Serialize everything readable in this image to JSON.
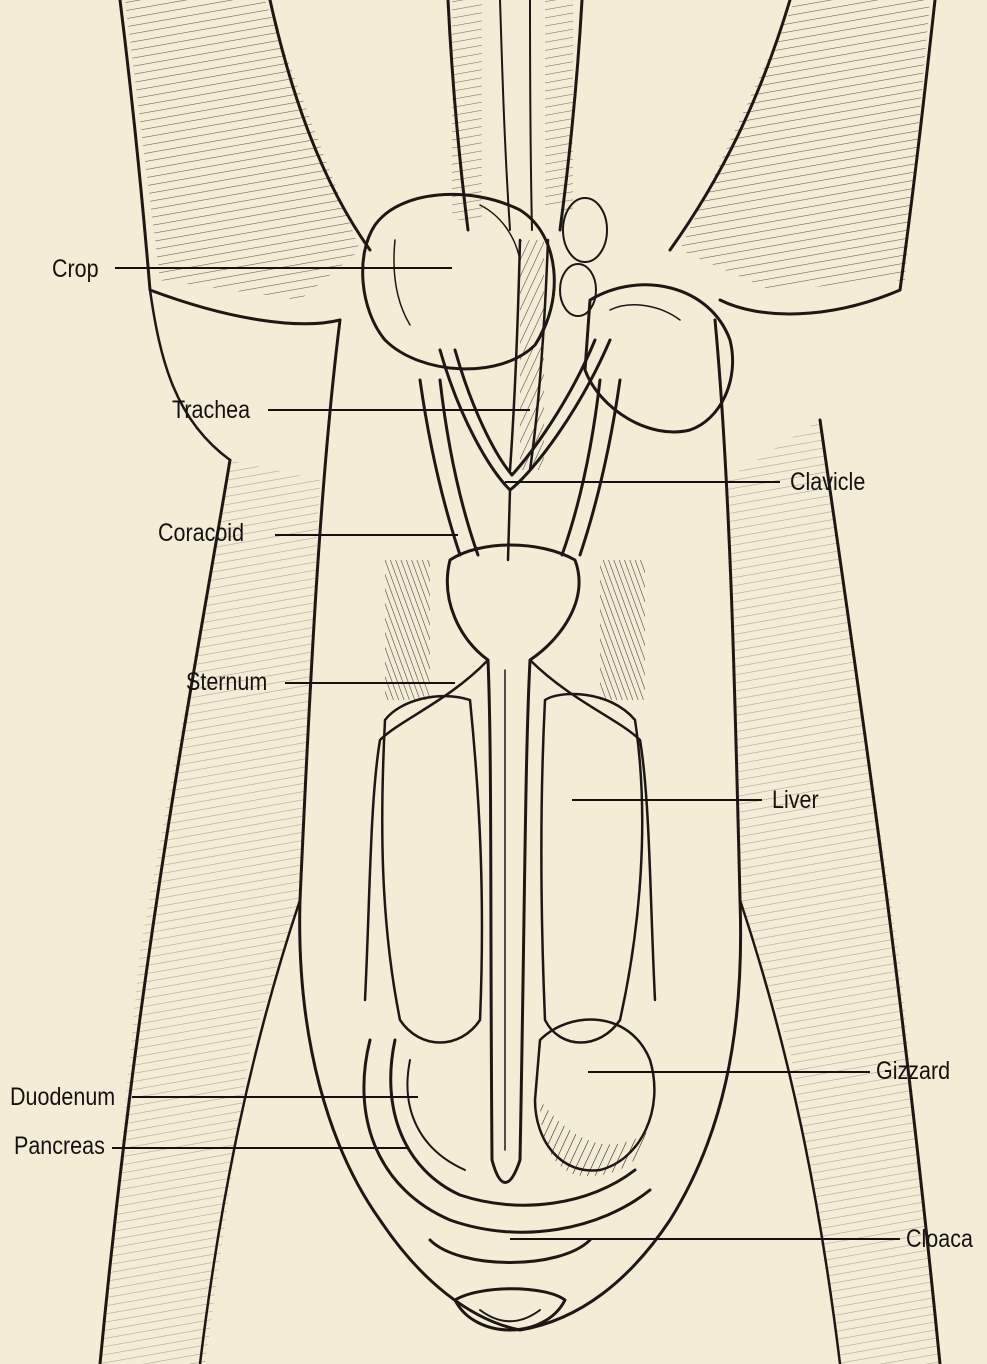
{
  "figure": {
    "colors": {
      "paper": "#f3ecd6",
      "ink": "#1c1915",
      "dark_fill": "#3a342c"
    },
    "labels": {
      "crop": "Crop",
      "trachea": "Trachea",
      "clavicle": "Clavicle",
      "coracoid": "Coracoid",
      "sternum": "Sternum",
      "liver": "Liver",
      "gizzard": "Gizzard",
      "duodenum": "Duodenum",
      "pancreas": "Pancreas",
      "cloaca": "Cloaca"
    }
  }
}
